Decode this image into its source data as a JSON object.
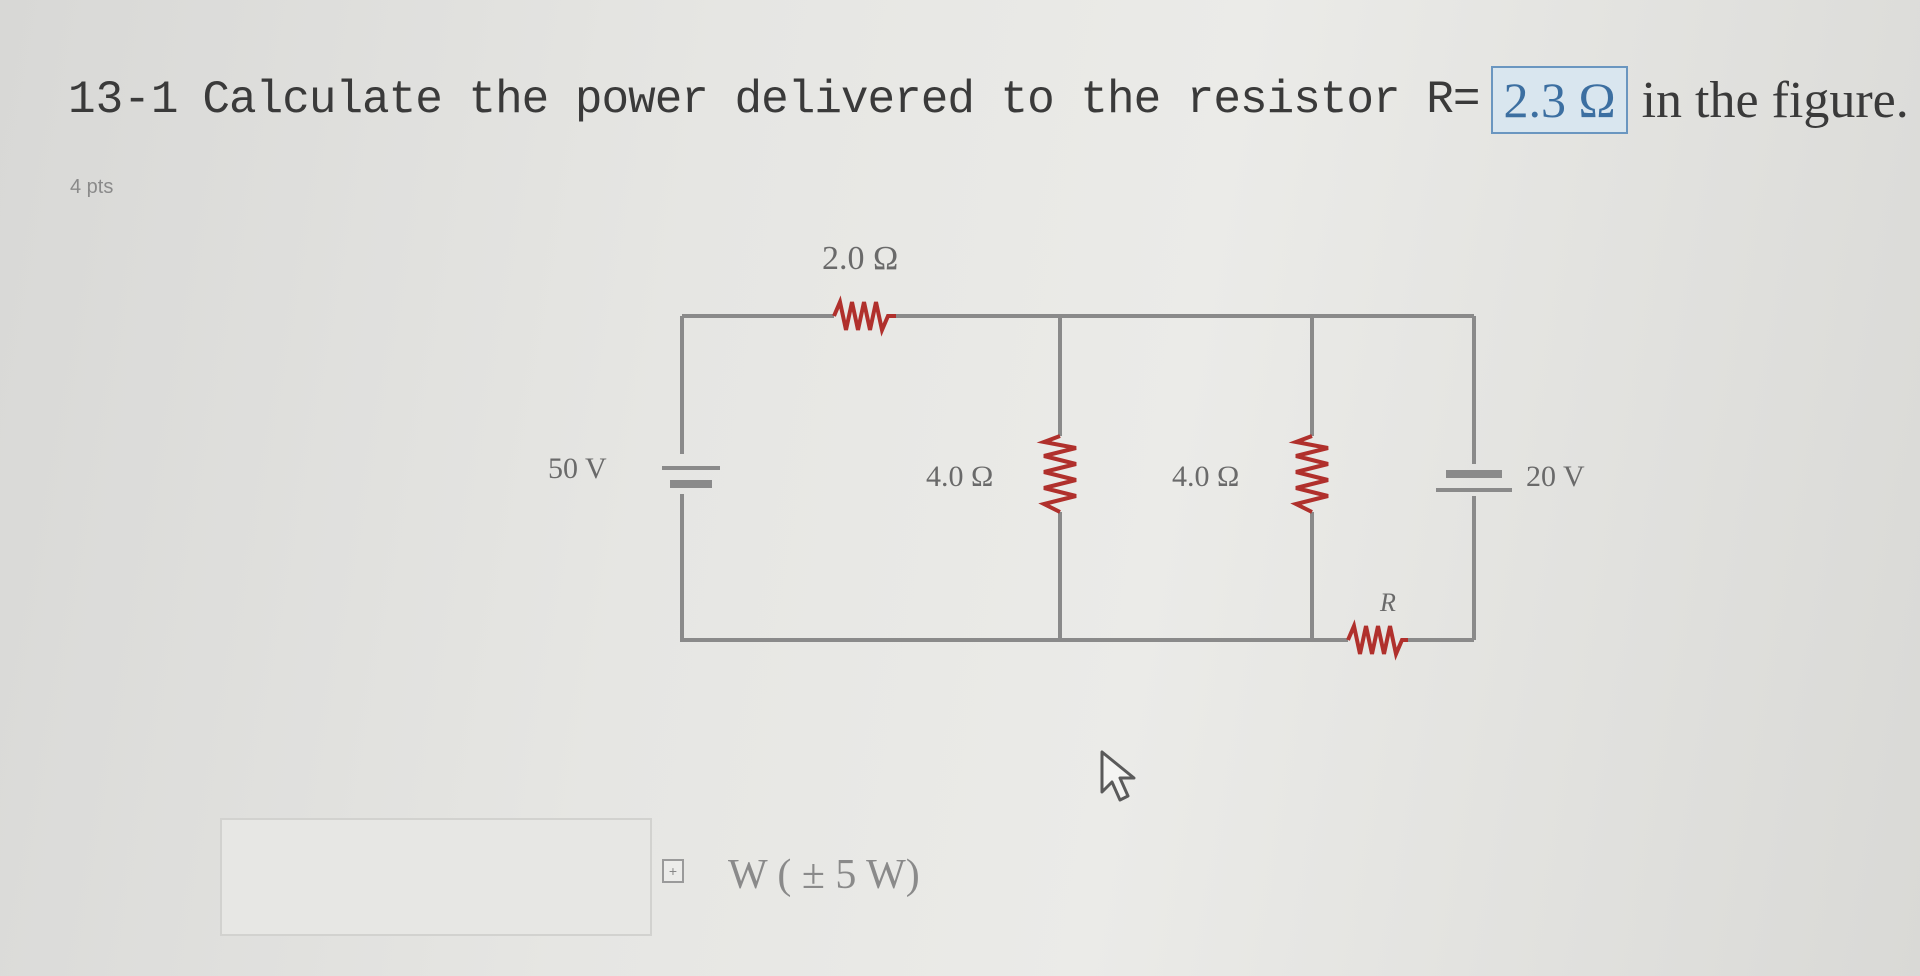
{
  "question": {
    "number": "13-1",
    "text_before": "Calculate the power delivered to the resistor R=",
    "r_value": "2.3 Ω",
    "text_after": "in the figure.",
    "points": "4 pts"
  },
  "circuit": {
    "top_resistor": "2.0 Ω",
    "left_battery": "50 V",
    "middle_resistor_1": "4.0 Ω",
    "middle_resistor_2": "4.0 Ω",
    "right_battery": "20 V",
    "bottom_resistor": "R"
  },
  "answer": {
    "value": "",
    "unit_label": "W ( ± 5 W)"
  },
  "colors": {
    "wire": "#7f7f7f",
    "resistor": "#b0302c",
    "highlight_border": "#6a96c0",
    "highlight_fill": "#d9e6ef"
  },
  "icons": {
    "hint": "plus-box-icon",
    "cursor": "mouse-pointer-icon"
  }
}
